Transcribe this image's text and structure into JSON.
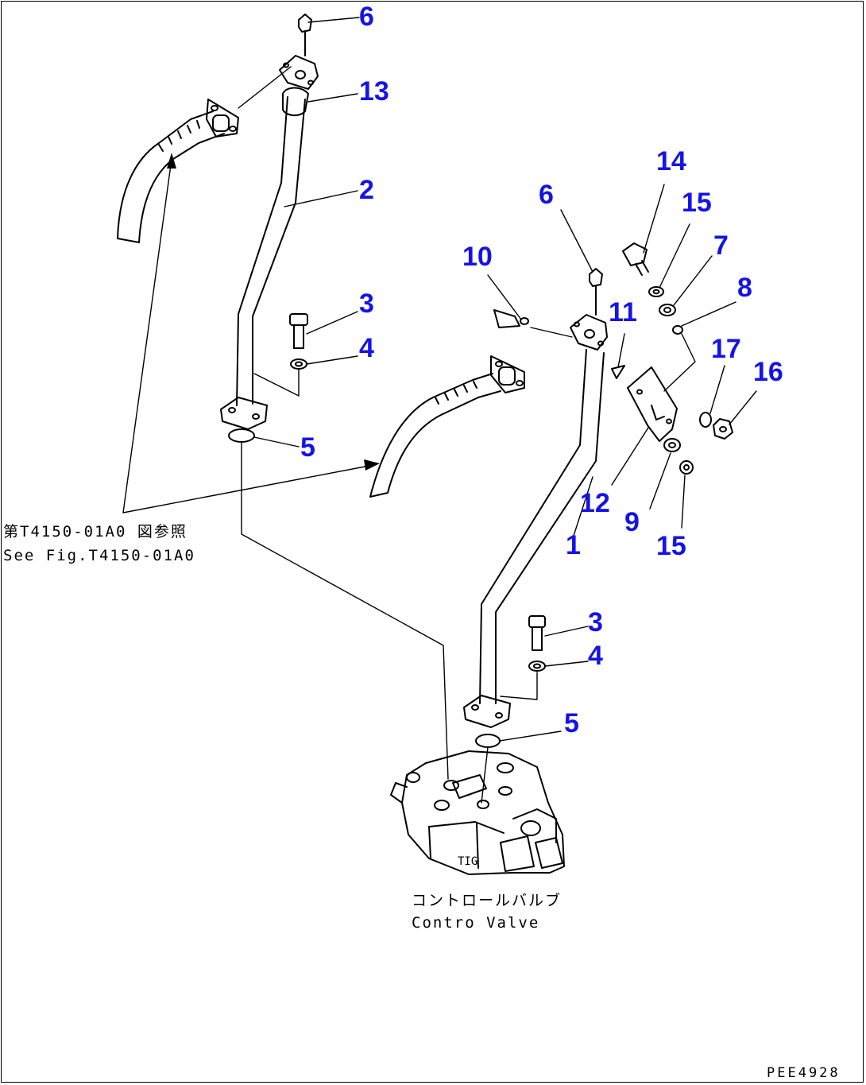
{
  "callouts": {
    "c6a": "6",
    "c13": "13",
    "c2": "2",
    "c3a": "3",
    "c4a": "4",
    "c5a": "5",
    "c14": "14",
    "c15a": "15",
    "c6b": "6",
    "c10": "10",
    "c7": "7",
    "c8": "8",
    "c11": "11",
    "c17": "17",
    "c16": "16",
    "c12": "12",
    "c9": "9",
    "c1": "1",
    "c15b": "15",
    "c3b": "3",
    "c4b": "4",
    "c5b": "5"
  },
  "reference": {
    "jp": "第T4150-01A0 図参照",
    "en": "See Fig.T4150-01A0"
  },
  "valve_label": {
    "jp": "コントロールバルブ",
    "en": "Contro  Valve"
  },
  "drawing_code": "PEE4928",
  "colors": {
    "callout": "#1414e6",
    "line": "#000000"
  }
}
